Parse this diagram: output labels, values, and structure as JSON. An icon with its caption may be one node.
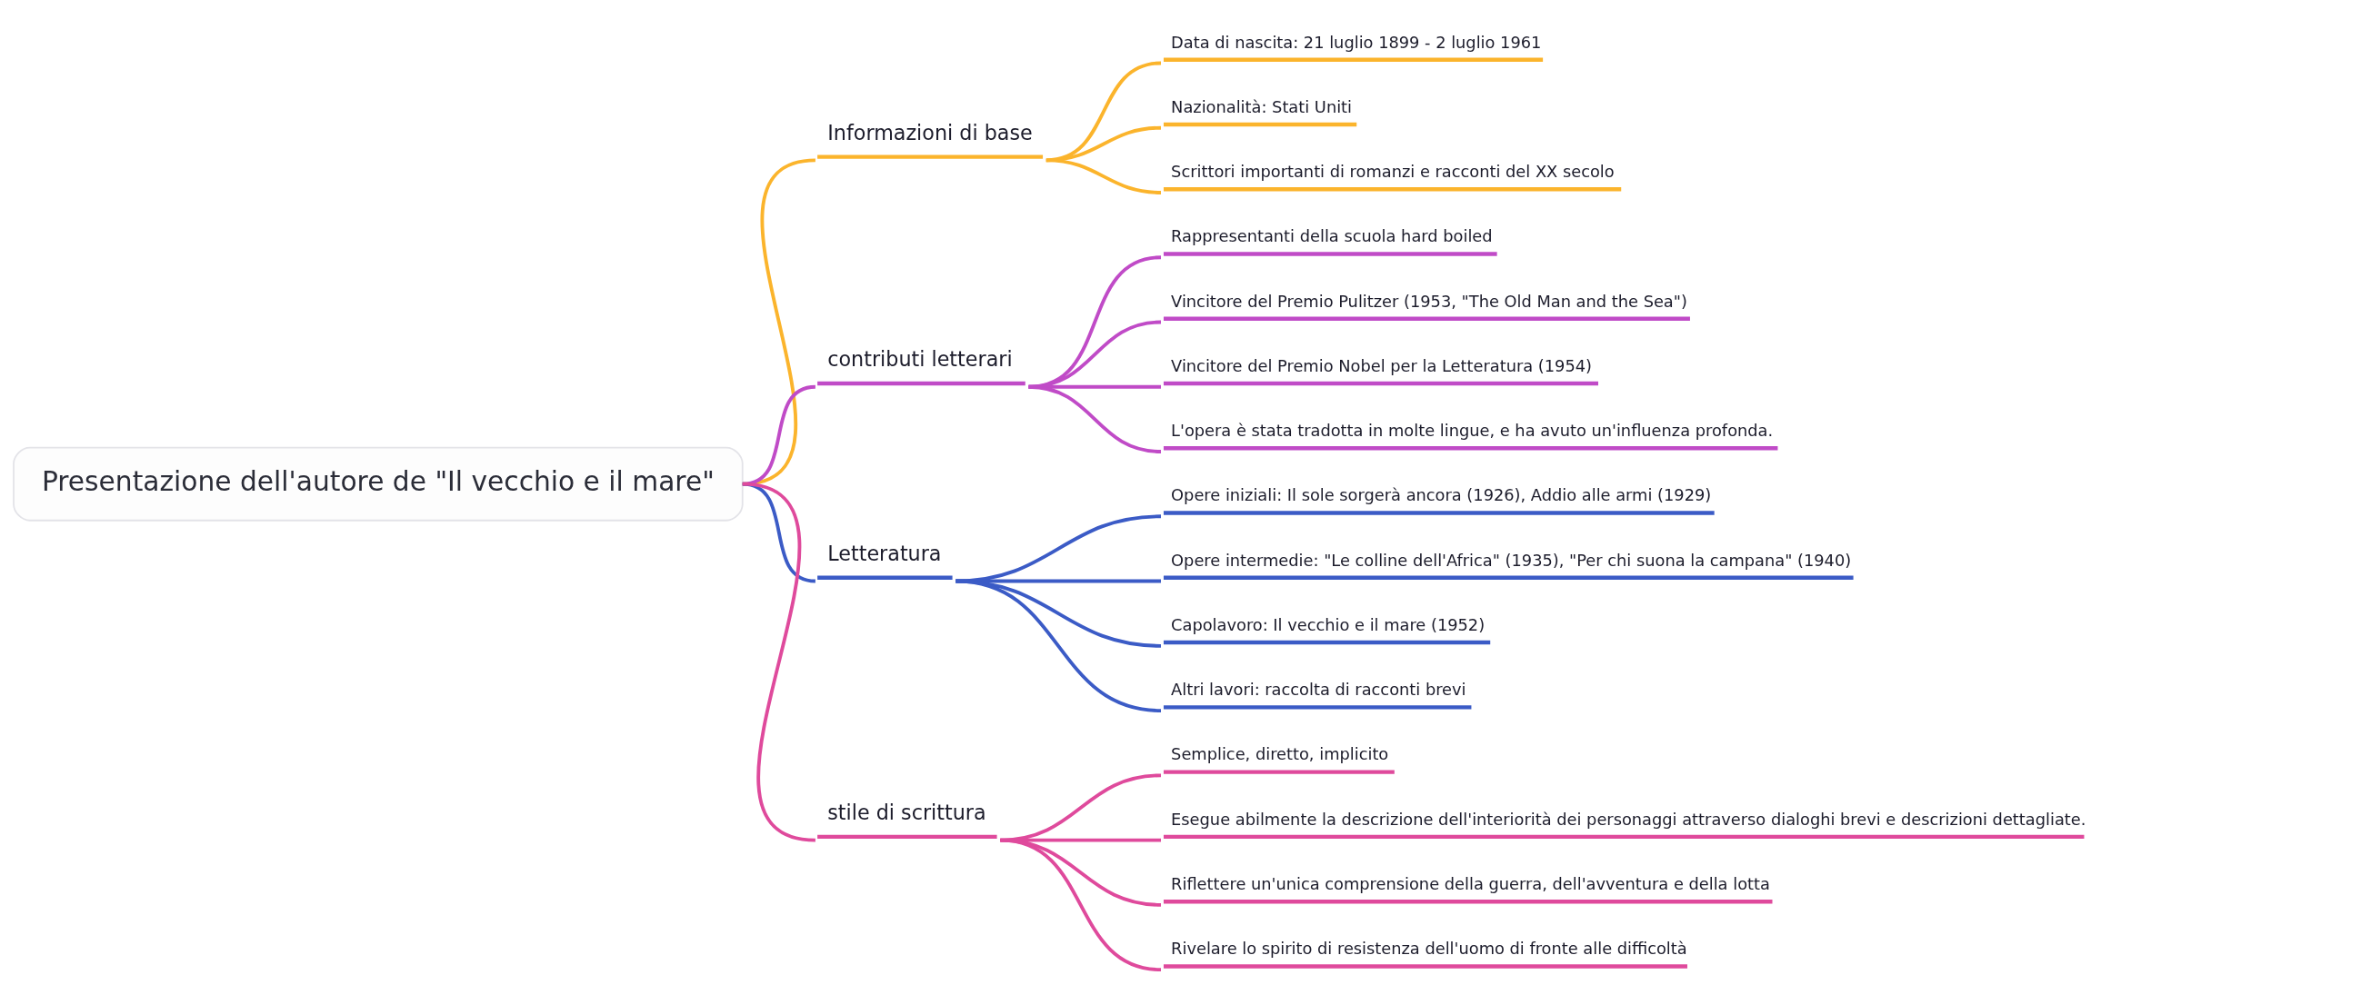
{
  "diagram": {
    "nodes": [
      {
        "text": [
          "Presentazione dell'autore de \"Il vecchio e il mare\""
        ]
      },
      {
        "text": [
          "Informazioni di base"
        ]
      },
      {
        "text": [
          "Data di nascita: 21 luglio 1899 - 2 luglio 1961"
        ]
      },
      {
        "text": [
          "Nazionalità: Stati Uniti"
        ]
      },
      {
        "text": [
          "Scrittori importanti di romanzi e racconti del XX secolo"
        ]
      },
      {
        "text": [
          "contributi letterari"
        ]
      },
      {
        "text": [
          "Rappresentanti della scuola hard boiled"
        ]
      },
      {
        "text": [
          "Vincitore del Premio Pulitzer (1953, \"The Old Man and the Sea\")"
        ]
      },
      {
        "text": [
          "Vincitore del Premio Nobel per la Letteratura (1954)"
        ]
      },
      {
        "text": [
          "L'opera è stata tradotta in molte lingue, e ha avuto un'influenza profonda."
        ]
      },
      {
        "text": [
          "Letteratura"
        ]
      },
      {
        "text": [
          "Opere iniziali: Il sole sorgerà ancora (1926), Addio alle armi (1929)"
        ]
      },
      {
        "text": [
          "Opere intermedie: \"Le colline dell'Africa\" (1935), \"Per chi suona la campana\" (1940)"
        ]
      },
      {
        "text": [
          "Capolavoro: Il vecchio e il mare (1952)"
        ]
      },
      {
        "text": [
          "Altri lavori: raccolta di racconti brevi"
        ]
      },
      {
        "text": [
          "stile di scrittura"
        ]
      },
      {
        "text": [
          "Semplice, diretto, implicito"
        ]
      },
      {
        "text": [
          "Esegue abilmente la descrizione dell'interiorità dei personaggi attraverso dialoghi brevi e descrizioni dettagliate."
        ]
      },
      {
        "text": [
          "Riflettere un'unica comprensione della guerra, dell'avventura e della lotta"
        ]
      },
      {
        "text": [
          "Rivelare lo spirito di resistenza dell'uomo di fronte alle difficoltà"
        ]
      }
    ],
    "edges": [
      {
        "from": 0,
        "to": 1,
        "arrow": "none",
        "color": "#fbb42c"
      },
      {
        "from": 1,
        "to": 2,
        "arrow": "none",
        "color": "#fbb42c"
      },
      {
        "from": 1,
        "to": 3,
        "arrow": "none",
        "color": "#fbb42c"
      },
      {
        "from": 1,
        "to": 4,
        "arrow": "none",
        "color": "#fbb42c"
      },
      {
        "from": 0,
        "to": 5,
        "arrow": "none",
        "color": "#c04bc7"
      },
      {
        "from": 5,
        "to": 6,
        "arrow": "none",
        "color": "#c04bc7"
      },
      {
        "from": 5,
        "to": 7,
        "arrow": "none",
        "color": "#c04bc7"
      },
      {
        "from": 5,
        "to": 8,
        "arrow": "none",
        "color": "#c04bc7"
      },
      {
        "from": 5,
        "to": 9,
        "arrow": "none",
        "color": "#c04bc7"
      },
      {
        "from": 0,
        "to": 10,
        "arrow": "none",
        "color": "#3b5bc6"
      },
      {
        "from": 10,
        "to": 11,
        "arrow": "none",
        "color": "#3b5bc6"
      },
      {
        "from": 10,
        "to": 12,
        "arrow": "none",
        "color": "#3b5bc6"
      },
      {
        "from": 10,
        "to": 13,
        "arrow": "none",
        "color": "#3b5bc6"
      },
      {
        "from": 10,
        "to": 14,
        "arrow": "none",
        "color": "#3b5bc6"
      },
      {
        "from": 0,
        "to": 15,
        "arrow": "none",
        "color": "#df4a9c"
      },
      {
        "from": 15,
        "to": 16,
        "arrow": "none",
        "color": "#df4a9c"
      },
      {
        "from": 15,
        "to": 17,
        "arrow": "none",
        "color": "#df4a9c"
      },
      {
        "from": 15,
        "to": 18,
        "arrow": "none",
        "color": "#df4a9c"
      },
      {
        "from": 15,
        "to": 19,
        "arrow": "none",
        "color": "#df4a9c"
      }
    ]
  }
}
